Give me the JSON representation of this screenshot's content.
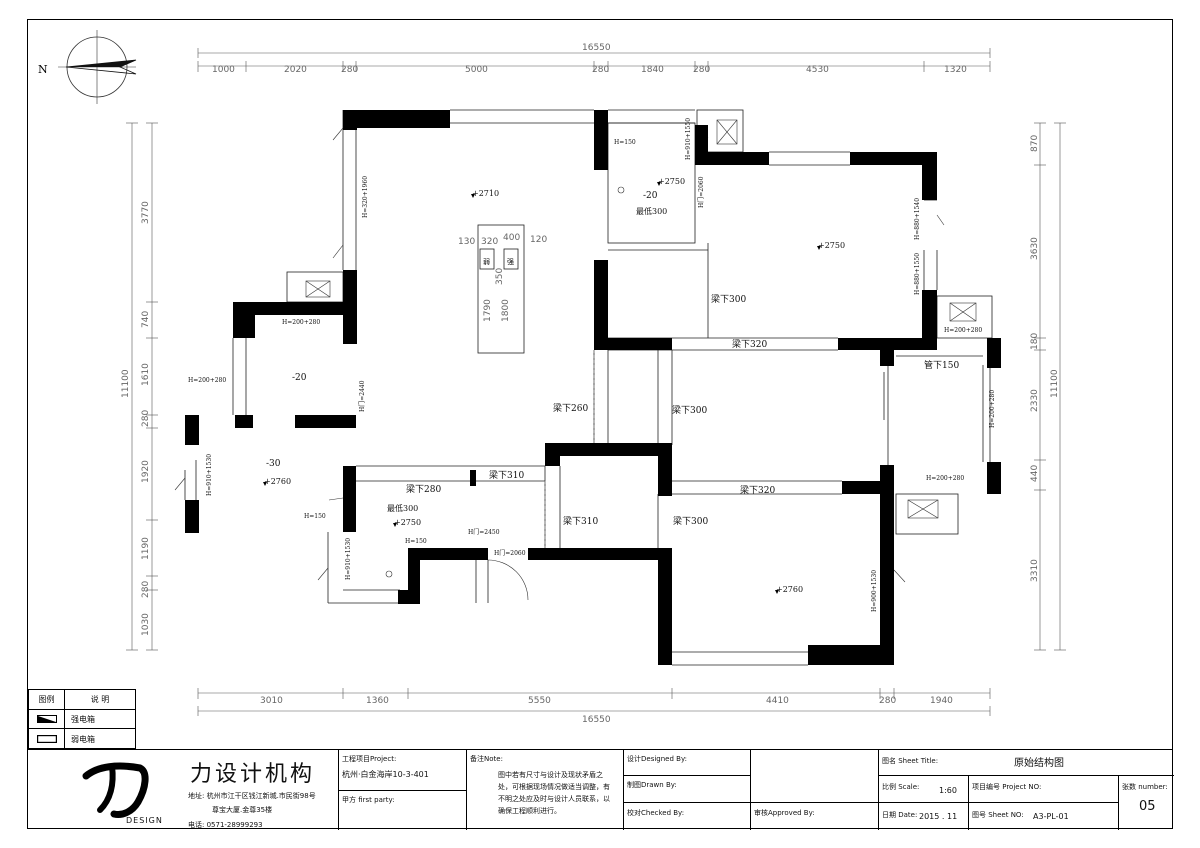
{
  "north_label": "N",
  "dims_top": {
    "total": "16550",
    "segments": [
      "1000",
      "2020",
      "280",
      "5000",
      "280",
      "1840",
      "280",
      "4530",
      "1320"
    ]
  },
  "dims_bottom": {
    "total": "16550",
    "segments": [
      "3010",
      "1360",
      "5550",
      "4410",
      "280",
      "1940"
    ]
  },
  "dims_left": {
    "total": "11100",
    "segments": [
      "3770",
      "740",
      "1610",
      "280",
      "1920",
      "1190",
      "280",
      "1030"
    ]
  },
  "dims_right": {
    "total": "11100",
    "segments": [
      "870",
      "3630",
      "180",
      "2330",
      "440",
      "3310"
    ]
  },
  "room_labels": {
    "lvl_2710": "+2710",
    "lvl_2750_a": "+2750",
    "lvl_2750_b": "+2750",
    "lvl_2750_c": "+2750",
    "lvl_2760_a": "+2760",
    "lvl_2760_b": "+2760",
    "minus20_a": "-20",
    "minus20_b": "-20",
    "minus30": "-30",
    "min300_a": "最低300",
    "min300_b": "最低300",
    "beam300_a": "梁下300",
    "beam300_b": "梁下300",
    "beam300_c": "梁下300",
    "beam320_a": "梁下320",
    "beam320_b": "梁下320",
    "beam260": "梁下260",
    "beam280": "梁下280",
    "beam310_a": "梁下310",
    "beam310_b": "梁下310",
    "pipe150": "管下150",
    "box_weak": "弱",
    "box_strong": "强",
    "col_130": "130",
    "col_320": "320",
    "col_400": "400",
    "col_120": "120",
    "col_350": "350",
    "col_1790": "1790",
    "col_1800": "1800"
  },
  "window_notes": {
    "h150_a": "H=150",
    "h150_b": "H=150",
    "h150_c": "H=150",
    "h910_1550": "H=910+1550",
    "h2060_a": "H门=2060",
    "h2060_b": "H门=2060",
    "h880_1540": "H=880+1540",
    "h880_1550": "H=880+1550",
    "h200_280_a": "H=200+280",
    "h200_280_b": "H=200+280",
    "h200_280_c": "H=200+280",
    "h200_280_d": "H=200+280",
    "h200_280_e": "H=200+280",
    "h320_1960": "H=320+1960",
    "h2440": "H门=2440",
    "h910_1530_a": "H=910+1530",
    "h910_1530_b": "H=910+1530",
    "h2450": "H门=2450",
    "h900_1530": "H=900+1530"
  },
  "legend": {
    "header_left": "图例",
    "header_right": "说  明",
    "strong": "强电箱",
    "weak": "弱电箱"
  },
  "title_block": {
    "company": "力设计机构",
    "logo_text": "DESIGN",
    "address_1": "地址: 杭州市江干区钱江新城.市民街98号",
    "address_2": "尊宝大厦.金尊35楼",
    "phone": "电话: 0571-28999293",
    "project_label": "工程项目Project:",
    "project_value": "杭州·白金海岸10-3-401",
    "party_label": "甲方  first party:",
    "note_label": "备注Note:",
    "note_text": "图中若有尺寸与设计及现状矛盾之处，可根据现场情况做适当调整，有不明之处应及时与设计人员联系，以确保工程顺利进行。",
    "design_label": "设计Designed By:",
    "drawn_label": "制图Drawn By:",
    "checked_label": "校对Checked By:",
    "approved_label": "审核Approved By:",
    "sheet_title_label": "图名 Sheet Title:",
    "sheet_title": "原始结构图",
    "scale_label": "比例 Scale:",
    "scale": "1:60",
    "project_no_label": "项目编号 Project NO:",
    "sheets_label": "张数 number:",
    "sheets": "05",
    "date_label": "日期 Date:",
    "date": "2015 . 11",
    "sheet_no_label": "图号 Sheet NO:",
    "sheet_no": "A3-PL-01"
  }
}
